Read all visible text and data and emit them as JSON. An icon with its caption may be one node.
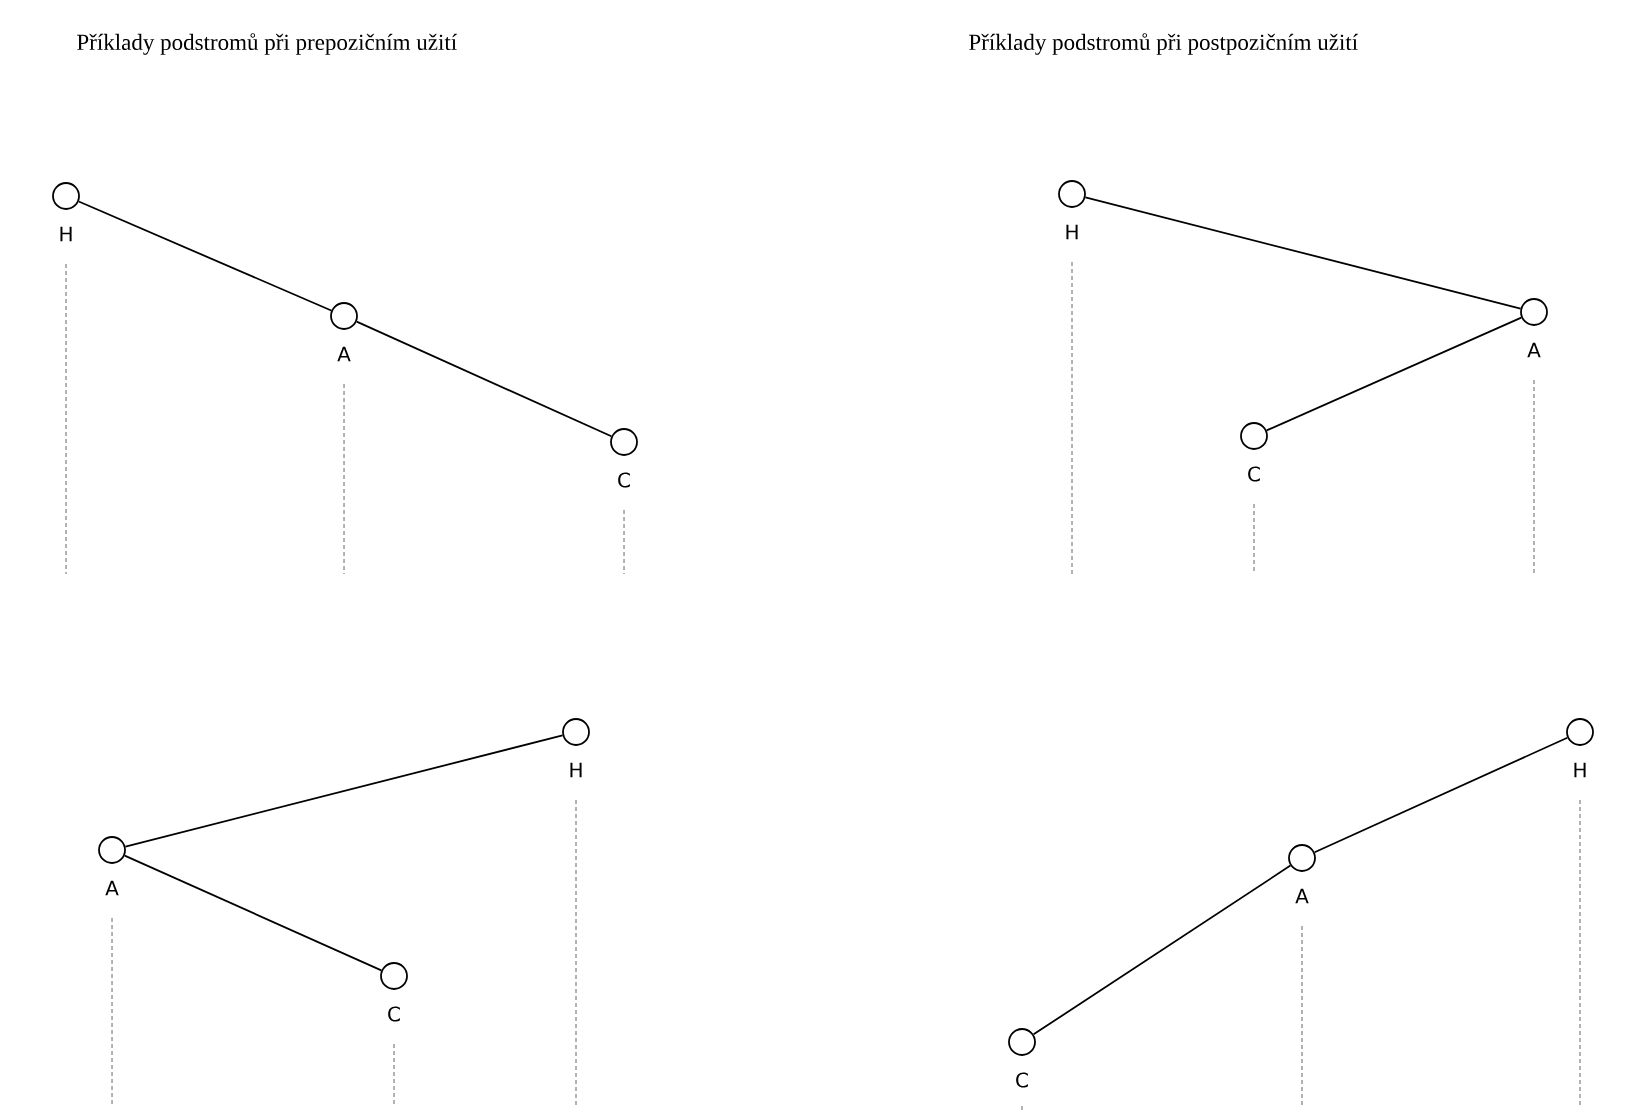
{
  "diagram": {
    "nodes": [
      {
        "text": [],
        "shape": "circle",
        "beside": [
          "H"
        ]
      },
      {
        "text": [],
        "shape": "circle",
        "beside": [
          "A"
        ]
      },
      {
        "text": [],
        "shape": "circle",
        "beside": [
          "C"
        ]
      },
      {
        "text": [],
        "shape": "circle",
        "beside": [
          "H"
        ]
      },
      {
        "text": [],
        "shape": "circle",
        "beside": [
          "A"
        ]
      },
      {
        "text": [],
        "shape": "circle",
        "beside": [
          "C"
        ]
      },
      {
        "text": [],
        "shape": "circle",
        "beside": [
          "H"
        ]
      },
      {
        "text": [],
        "shape": "circle",
        "beside": [
          "A"
        ]
      },
      {
        "text": [],
        "shape": "circle",
        "beside": [
          "C"
        ]
      },
      {
        "text": [],
        "shape": "circle",
        "beside": [
          "H"
        ]
      },
      {
        "text": [],
        "shape": "circle",
        "beside": [
          "A"
        ]
      },
      {
        "text": [],
        "shape": "circle",
        "beside": [
          "C"
        ]
      }
    ],
    "edges": [
      {
        "from": 0,
        "to": 1,
        "arrow": "none"
      },
      {
        "from": 1,
        "to": 2,
        "arrow": "none"
      },
      {
        "from": 3,
        "to": 4,
        "arrow": "none"
      },
      {
        "from": 4,
        "to": 5,
        "arrow": "none"
      },
      {
        "from": 7,
        "to": 6,
        "arrow": "none"
      },
      {
        "from": 7,
        "to": 8,
        "arrow": "none"
      },
      {
        "from": 11,
        "to": 10,
        "arrow": "none"
      },
      {
        "from": 10,
        "to": 9,
        "arrow": "none"
      }
    ],
    "labels": [
      "Příklady podstromů při prepozičním užití",
      "Příklady podstromů při postpozičním užití"
    ]
  }
}
